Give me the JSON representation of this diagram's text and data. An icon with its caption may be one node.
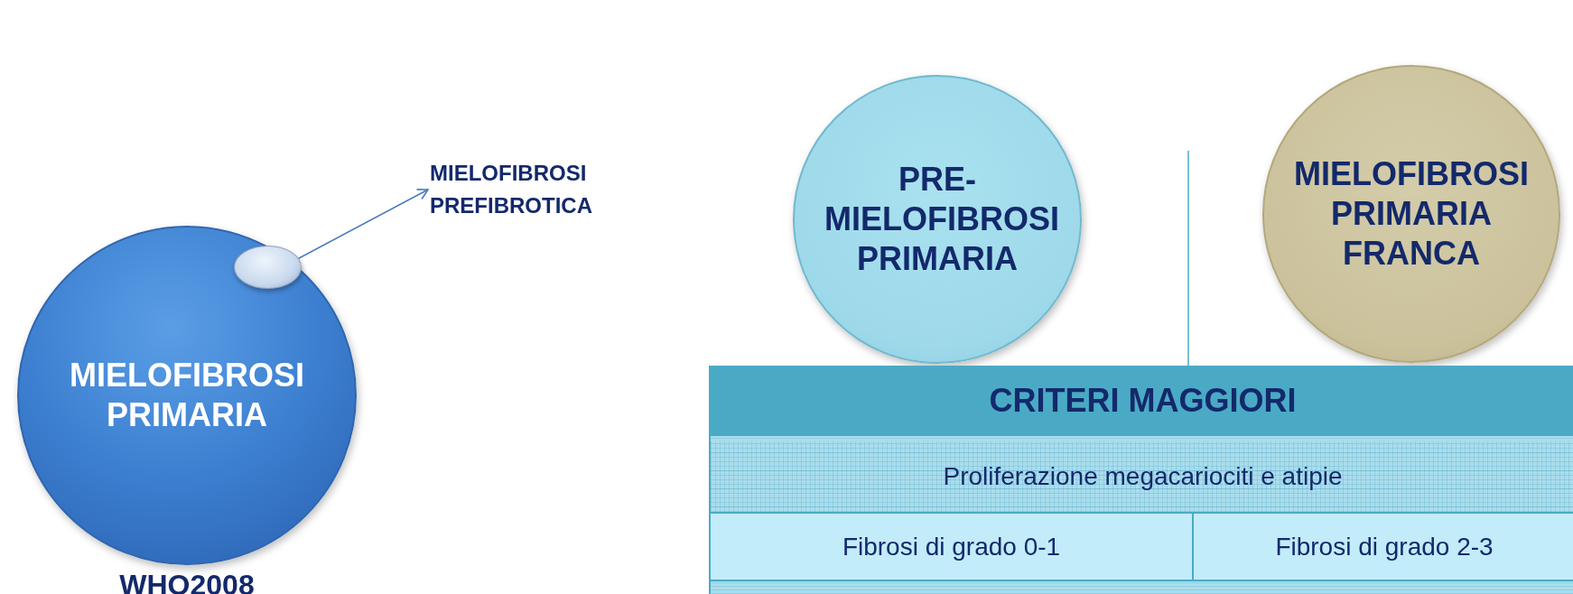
{
  "diagram": {
    "nodes": [
      {
        "text": [
          "MIELOFIBROSI PRIMARIA"
        ],
        "beside": [
          "WHO2008"
        ]
      },
      {
        "text": [],
        "shape": "circle",
        "in": 0
      },
      {
        "text": [
          "MIELOFIBROSI PREFIBROTICA"
        ]
      },
      {
        "text": [
          "PRE- MIELOFIBROSI PRIMARIA"
        ]
      },
      {
        "text": [
          "MIELOFIBROSI PRIMARIA FRANCA"
        ]
      }
    ],
    "edges": [
      {
        "from": 1,
        "to": 2,
        "arrow": "to"
      }
    ],
    "labels": [
      "CRITERI MAGGIORI",
      "Proliferazione megacariociti e atipie",
      "Fibrosi di grado 0-1",
      "Fibrosi di grado 2-3"
    ]
  }
}
